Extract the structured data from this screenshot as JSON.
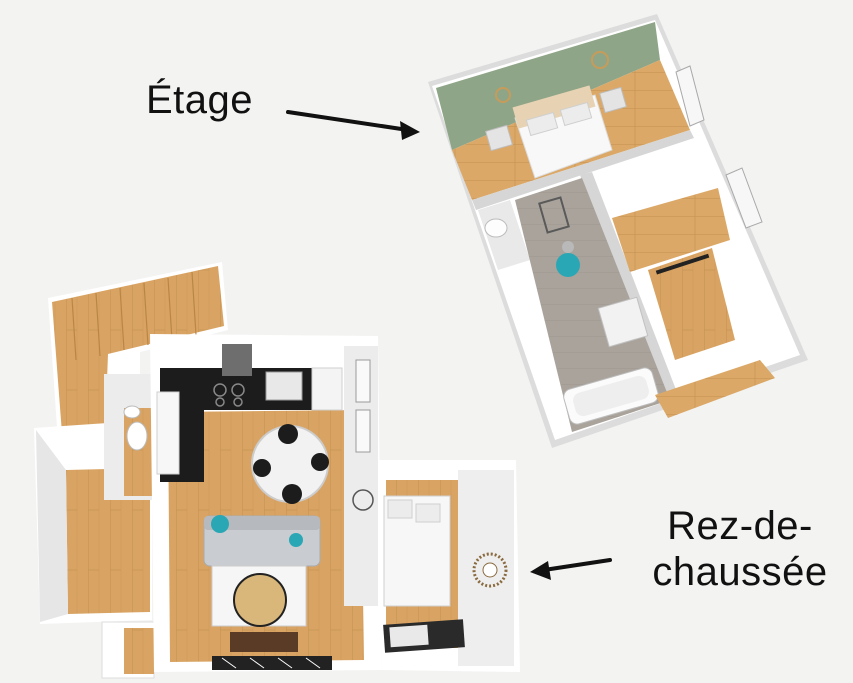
{
  "labels": {
    "etage": "Étage",
    "rdc_line1": "Rez-de-",
    "rdc_line2": "chaussée"
  },
  "colors": {
    "background": "#f3f3f2",
    "wall": "#ffffff",
    "wall_shadow": "#d8d8d8",
    "wood_floor": "#d9a463",
    "wood_floor_dark": "#c88f4e",
    "grey_floor": "#a9a39b",
    "green_wall": "#8fa587",
    "accent_teal": "#2aa7b5",
    "counter_black": "#1c1c1c",
    "arrow": "#111111"
  }
}
